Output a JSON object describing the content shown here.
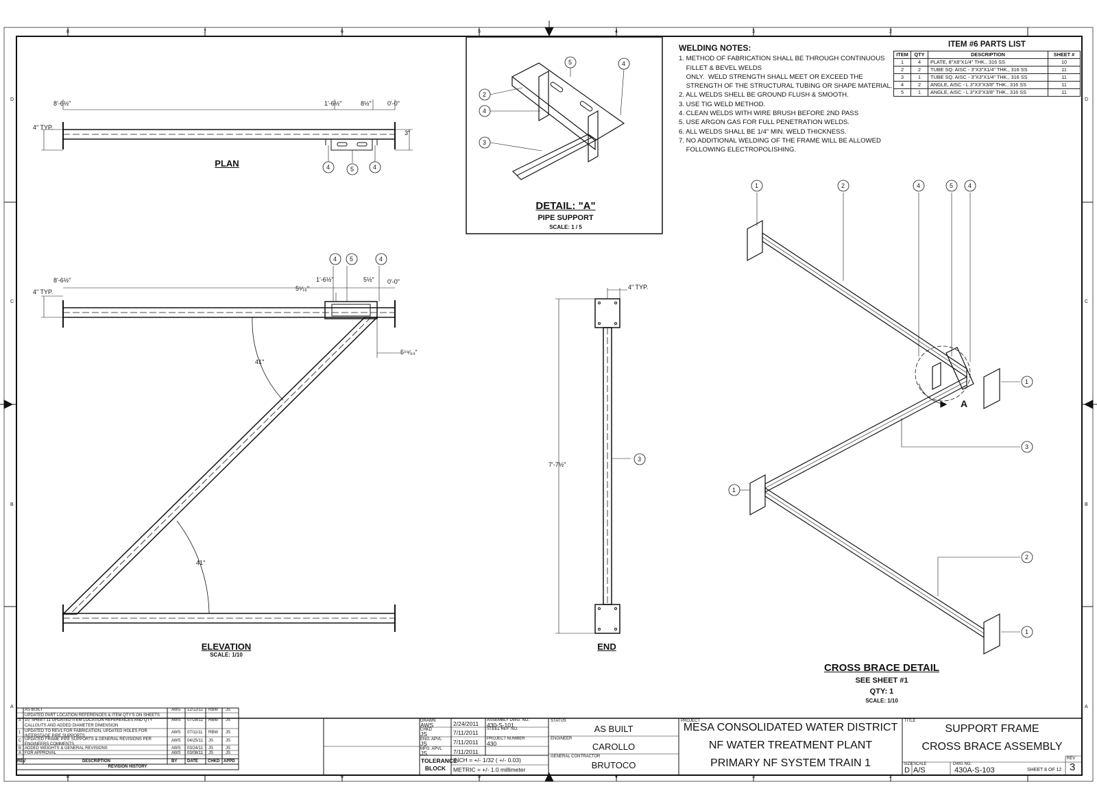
{
  "views": {
    "plan": {
      "title": "PLAN"
    },
    "elevation": {
      "title": "ELEVATION",
      "scale": "SCALE: 1/10"
    },
    "end": {
      "title": "END"
    },
    "detail": {
      "title": "DETAIL:  \"A\"",
      "subtitle": "PIPE SUPPORT",
      "scale": "SCALE: 1 / 5"
    },
    "cross_brace": {
      "title": "CROSS BRACE DETAIL",
      "see": "SEE SHEET #1",
      "qty": "QTY: 1",
      "scale": "SCALE: 1/10"
    },
    "callout_A": "A"
  },
  "dimensions": {
    "plan_left": "8'-6½\"",
    "plan_mid": "1'-6½\"",
    "plan_right": "8½\"",
    "plan_zero": "0'-0\"",
    "plan_typ": "4\" TYP.",
    "plan_depth": "3\"",
    "elev_left": "8'-6½\"",
    "elev_typ": "4\" TYP.",
    "elev_5_16": "5⁵⁄₁₆\"",
    "elev_mid": "1'-6½\"",
    "elev_right": "5½\"",
    "elev_zero": "0'-0\"",
    "elev_offset": "5⁵⁹⁄₆₄\"",
    "angle_top": "41°",
    "angle_bottom": "41°",
    "end_typ": "4\" TYP.",
    "end_height": "7'-7½\""
  },
  "balloons": {
    "one": "1",
    "two": "2",
    "three": "3",
    "four": "4",
    "five": "5"
  },
  "welding_notes": {
    "heading": "WELDING NOTES:",
    "lines": [
      "1. METHOD OF FABRICATION SHALL BE THROUGH CONTINUOUS",
      "    FILLET & BEVEL WELDS",
      "    ONLY.  WELD STRENGTH SHALL MEET OR EXCEED THE",
      "    STRENGTH OF THE STRUCTURAL TUBING OR SHAPE MATERIAL.",
      "2. ALL WELDS SHELL BE GROUND FLUSH & SMOOTH.",
      "3. USE TIG WELD METHOD.",
      "4. CLEAN WELDS WITH WIRE BRUSH BEFORE 2ND PASS",
      "5. USE ARGON GAS FOR FULL PENETRATION WELDS.",
      "6. ALL WELDS SHALL BE 1/4\" MIN. WELD THICKNESS.",
      "7. NO ADDITIONAL WELDING OF THE FRAME WILL BE ALLOWED",
      "    FOLLOWING ELECTROPOLISHING."
    ]
  },
  "parts_list": {
    "title": "ITEM #6 PARTS LIST",
    "headers": [
      "ITEM",
      "QTY",
      "DESCRIPTION",
      "SHEET #"
    ],
    "rows": [
      [
        "1",
        "4",
        "PLATE, 8\"X8\"X1/4\" THK., 316 SS",
        "10"
      ],
      [
        "2",
        "2",
        "TUBE SQ. AISC - 3\"X3\"X1/4\" THK., 316 SS",
        "11"
      ],
      [
        "3",
        "1",
        "TUBE SQ. AISC - 3\"X3\"X1/4\" THK., 316 SS",
        "11"
      ],
      [
        "4",
        "2",
        "ANGLE, AISC - L 3\"X3\"X3/8\" THK., 316 SS",
        "11"
      ],
      [
        "5",
        "1",
        "ANGLE, AISC - L 3\"X3\"X3/8\" THK., 316 SS",
        "11"
      ]
    ]
  },
  "revisions": {
    "rows": [
      [
        "",
        "AS BUILT",
        "AWS",
        "12/12/11",
        "RBW",
        "JS"
      ],
      [
        "3",
        "UPDATED PART LOCATION REFERENCES & ITEM QTY'S ON SHEETS 10, SHEET 11 UPDATED ITEM LOCATION REFERENCES AND QTY CALLOUTS AND ADDED DIAMETER DIMENSION",
        "AWS",
        "07/28/11",
        "RBW",
        "JS"
      ],
      [
        "1",
        "UPDATED TO REV1 FOR FABRICATION, UPDATED HOLES FOR INTERSTAGE PIPE SUPPORTS",
        "AWS",
        "07/11/11",
        "RBW",
        "JS"
      ],
      [
        "C",
        "UPDATED FRAME PIPE SUPPORTS & GENERAL REVISIONS PER ENGINEERS COMMENTS",
        "AWS",
        "04/25/11",
        "JS",
        "JS"
      ],
      [
        "B",
        "ADDED WEIGHTS & GENERAL REVISIONS",
        "AWS",
        "03/24/11",
        "JS",
        "JS"
      ],
      [
        "A",
        "FOR APPROVAL",
        "AWS",
        "03/08/11",
        "JS",
        "JS"
      ]
    ],
    "footer": [
      "REV",
      "DESCRIPTION",
      "BY",
      "DATE",
      "CHKD",
      "APPD"
    ],
    "caption": "REVISION HISTORY"
  },
  "drawn_block": {
    "rows": [
      {
        "role": "DRAWN",
        "who": "AWS",
        "date": "2/24/2011",
        "ref_label": "ASSEMBLY DWG. NO.",
        "ref": "430-S-101"
      },
      {
        "role": "CHKD",
        "who": "JS",
        "date": "7/11/2011",
        "ref_label": "STEEL REF. NO.",
        "ref": ""
      },
      {
        "role": "ENG. APVL",
        "who": "JS",
        "date": "7/11/2011",
        "ref_label": "PROJECT NUMBER",
        "ref": "430"
      },
      {
        "role": "MFG. APVL",
        "who": "JS",
        "date": "7/11/2011",
        "ref_label": "",
        "ref": ""
      }
    ],
    "tolerance": "TOLERANCE BLOCK",
    "tol_inch": "INCH = +/- 1/32 ( +/- 0.03)",
    "tol_metric": "METRIC = +/- 1.0 millimeter"
  },
  "status_block": {
    "status_label": "STATUS",
    "status": "AS BUILT",
    "engineer_label": "ENGINEER",
    "engineer": "CAROLLO",
    "contractor_label": "GENERAL CONTRACTOR",
    "contractor": "BRUTOCO"
  },
  "project_block": {
    "label": "PROJECT",
    "line1": "MESA CONSOLIDATED WATER DISTRICT",
    "line2": "NF WATER TREATMENT PLANT",
    "line3": "PRIMARY NF SYSTEM TRAIN 1"
  },
  "title_block": {
    "label": "TITLE",
    "line1": "SUPPORT FRAME",
    "line2": "CROSS BRACE ASSEMBLY",
    "size_label": "SIZE",
    "size": "D",
    "scale_label": "SCALE",
    "scale": "A/S",
    "dwg_label": "DWG NO.",
    "dwg": "430A-S-103",
    "sheet": "SHEET 8  OF 12",
    "rev_label": "REV",
    "rev": "3"
  },
  "border": {
    "cols_top": [
      "8",
      "7",
      "6",
      "5",
      "4",
      "3",
      "2"
    ],
    "cols_bottom": [
      "8",
      "7",
      "6",
      "5",
      "4",
      "3",
      "2"
    ],
    "rows": [
      "D",
      "C",
      "B",
      "A"
    ]
  }
}
